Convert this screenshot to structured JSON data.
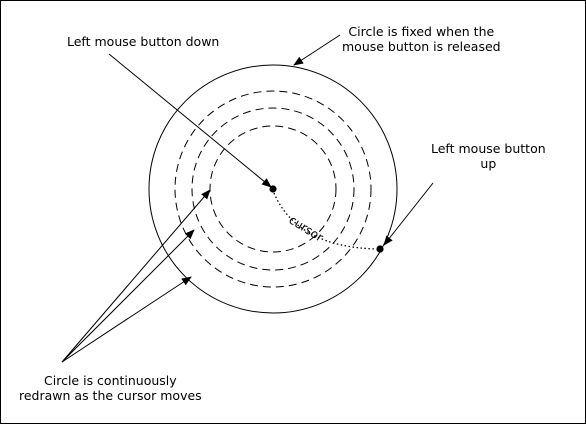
{
  "diagram": {
    "labels": {
      "mouse_down": "Left mouse button down",
      "fixed_line1": "Circle is fixed when the",
      "fixed_line2": "mouse button is released",
      "mouse_up_line1": "Left mouse button",
      "mouse_up_line2": "up",
      "redrawn_line1": "Circle is continuously",
      "redrawn_line2": "redrawn as the cursor moves",
      "cursor": "cursor"
    },
    "colors": {
      "line": "#000000",
      "background": "#ffffff"
    }
  }
}
